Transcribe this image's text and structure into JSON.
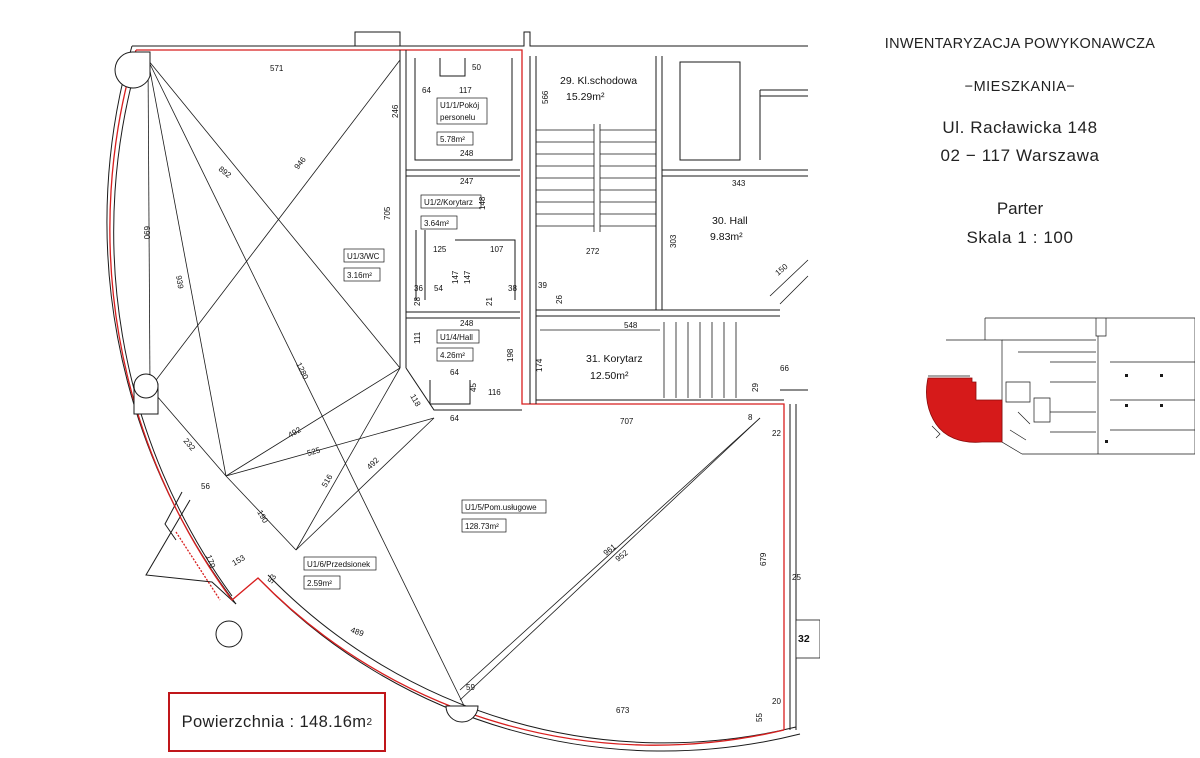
{
  "header": {
    "title": "INWENTARYZACJA POWYKONAWCZA",
    "subtitle": "−MIESZKANIA−",
    "street": "Ul. Racławicka 148",
    "city": "02 − 117 Warszawa",
    "floor": "Parter",
    "scale": "Skala 1 : 100"
  },
  "summary": {
    "area_label": "Powierzchnia : 148.16m",
    "area_sup": "2"
  },
  "rooms": {
    "r1": {
      "name": "U1/1/Pokój",
      "name2": "personelu",
      "area": "5.78m²"
    },
    "r2": {
      "name": "U1/2/Korytarz",
      "area": "3.64m²"
    },
    "r3": {
      "name": "U1/3/WC",
      "area": "3.16m²"
    },
    "r4": {
      "name": "U1/4/Hall",
      "area": "4.26m²"
    },
    "r5": {
      "name": "U1/5/Pom.usługowe",
      "area": "128.73m²"
    },
    "r6": {
      "name": "U1/6/Przedsionek",
      "area": "2.59m²"
    },
    "r29": {
      "name": "29. Kl.schodowa",
      "area": "15.29m²"
    },
    "r30": {
      "name": "30. Hall",
      "area": "9.83m²"
    },
    "r31": {
      "name": "31. Korytarz",
      "area": "12.50m²"
    },
    "r32": {
      "name": "32"
    }
  },
  "dimensions": {
    "d571": "571",
    "d892": "892",
    "d946": "946",
    "d690": "690",
    "d939": "939",
    "d1280": "1280",
    "d492a": "492",
    "d525": "525",
    "d492b": "492",
    "d516": "516",
    "d232": "232",
    "d56": "56",
    "d190": "190",
    "d170": "170",
    "d153": "153",
    "d53": "53",
    "d489": "489",
    "d59": "59",
    "d673": "673",
    "d707": "707",
    "d961": "961",
    "d952": "952",
    "d679": "679",
    "d25": "25",
    "d20": "20",
    "d55": "55",
    "d22": "22",
    "d8": "8",
    "d64a": "64",
    "d117": "117",
    "d50": "50",
    "d246": "246",
    "d248a": "248",
    "d247": "247",
    "d705": "705",
    "d148": "148",
    "d125": "125",
    "d107": "107",
    "d147a": "147",
    "d147b": "147",
    "d36": "36",
    "d54": "54",
    "d28": "28",
    "d38": "38",
    "d21": "21",
    "d248b": "248",
    "d111": "111",
    "d198": "198",
    "d64b": "64",
    "d45": "45",
    "d116": "116",
    "d118": "118",
    "d64c": "64",
    "d566": "566",
    "d272": "272",
    "d39": "39",
    "d26": "26",
    "d174": "174",
    "d548": "548",
    "d343": "343",
    "d303": "303",
    "d150": "150",
    "d66": "66",
    "d29": "29"
  },
  "colors": {
    "outline": "#d81e1e",
    "highlight": "#d61a1a",
    "line": "#1a1a1a"
  }
}
